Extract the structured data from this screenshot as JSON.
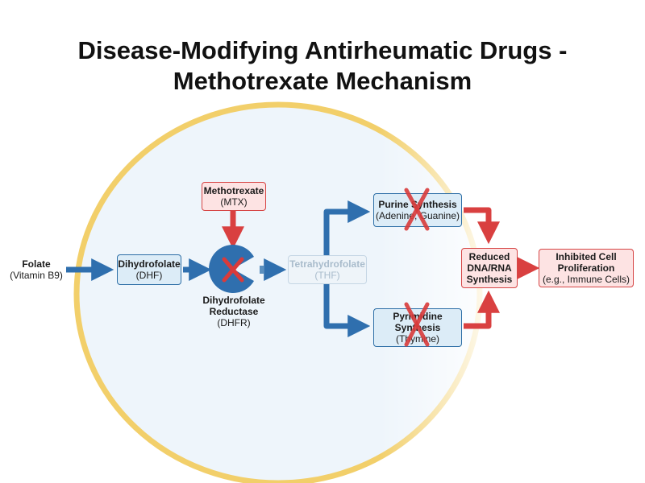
{
  "title": {
    "line1": "Disease-Modifying Antirheumatic Drugs -",
    "line2": "Methotrexate Mechanism"
  },
  "nodes": {
    "folate": {
      "name": "Folate",
      "sub": "(Vitamin B9)"
    },
    "dhf": {
      "name": "Dihydrofolate",
      "sub": "(DHF)"
    },
    "mtx": {
      "name": "Methotrexate",
      "sub": "(MTX)"
    },
    "dhfr": {
      "line1": "Dihydrofolate",
      "line2": "Reductase",
      "sub": "(DHFR)"
    },
    "thf": {
      "name": "Tetrahydrofolate",
      "sub": "(THF)"
    },
    "purine": {
      "name": "Purine Synthesis",
      "sub": "(Adenine, Guanine)"
    },
    "pyrimidine": {
      "line1": "Pyrimidine",
      "line2": "Synthesis",
      "sub": "(Thymine)"
    },
    "reduced": {
      "line1": "Reduced",
      "line2": "DNA/RNA",
      "line3": "Synthesis"
    },
    "inhibited": {
      "line1": "Inhibited Cell",
      "line2": "Proliferation",
      "sub": "(e.g., Immune Cells)"
    }
  },
  "colors": {
    "blue_arrow": "#2f6fae",
    "red_arrow": "#d94040",
    "cell_fill": "#eef5fb",
    "cell_border": "#f2cf6a",
    "enzyme": "#2f6fae",
    "cross": "#d93b3b"
  },
  "icons": [
    "cross-icon",
    "enzyme-pacman-icon"
  ]
}
